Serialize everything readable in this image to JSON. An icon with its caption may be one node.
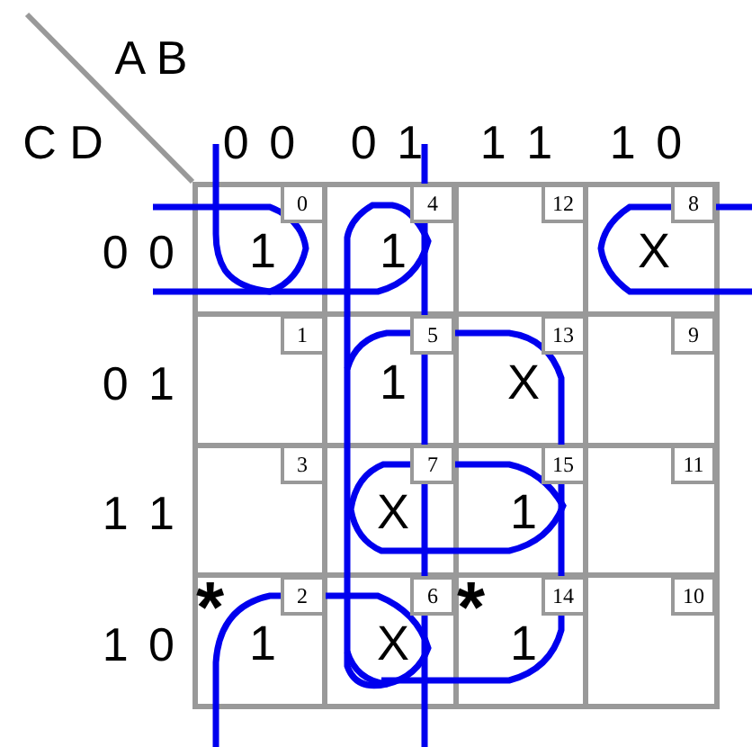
{
  "diagram": {
    "labels": [
      "A B",
      "C D",
      "0 0",
      "0 1",
      "1 1",
      "1 0",
      "0 0",
      "0",
      "1",
      "4",
      "1",
      "12",
      "8",
      "X",
      "0 1",
      "1",
      "5",
      "1",
      "13",
      "X",
      "9",
      "1 1",
      "3",
      "7",
      "X",
      "15",
      "1",
      "11",
      "1 0",
      "*",
      "2",
      "1",
      "6",
      "X",
      "*",
      "14",
      "1",
      "10"
    ]
  }
}
